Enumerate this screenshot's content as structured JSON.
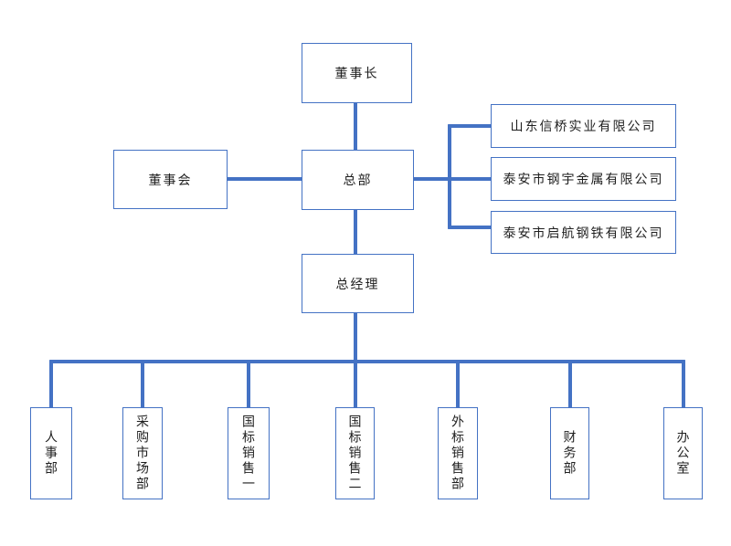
{
  "org_chart": {
    "nodes": {
      "chairman": "董事长",
      "board": "董事会",
      "headquarters": "总部",
      "general_manager": "总经理"
    },
    "subsidiaries": [
      "山东信桥实业有限公司",
      "泰安市钢宇金属有限公司",
      "泰安市启航钢铁有限公司"
    ],
    "departments": [
      "人事部",
      "采购市场部",
      "国标销售一",
      "国标销售二",
      "外标销售部",
      "财务部",
      "办公室"
    ],
    "colors": {
      "box_border": "#4472C4",
      "connector": "#4472C4",
      "background": "#FFFFFF",
      "text": "#1F1F1F"
    }
  }
}
